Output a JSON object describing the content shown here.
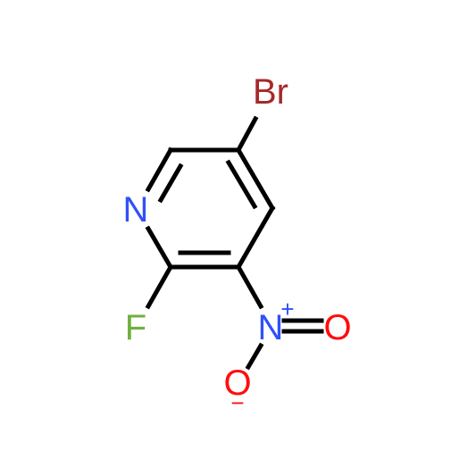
{
  "molecule": {
    "atoms": {
      "bromine": {
        "label": "Br",
        "color": "#A62929"
      },
      "nitrogen_ring": {
        "label": "N",
        "color": "#3050F8"
      },
      "fluorine": {
        "label": "F",
        "color": "#6FB040"
      },
      "nitrogen_nitro": {
        "label": "N",
        "color": "#3050F8",
        "charge": "+"
      },
      "oxygen_double": {
        "label": "O",
        "color": "#FF0D0D"
      },
      "oxygen_single": {
        "label": "O",
        "color": "#FF0D0D",
        "charge": "−"
      }
    },
    "bond_color": "#000000",
    "background": "#FFFFFF"
  }
}
